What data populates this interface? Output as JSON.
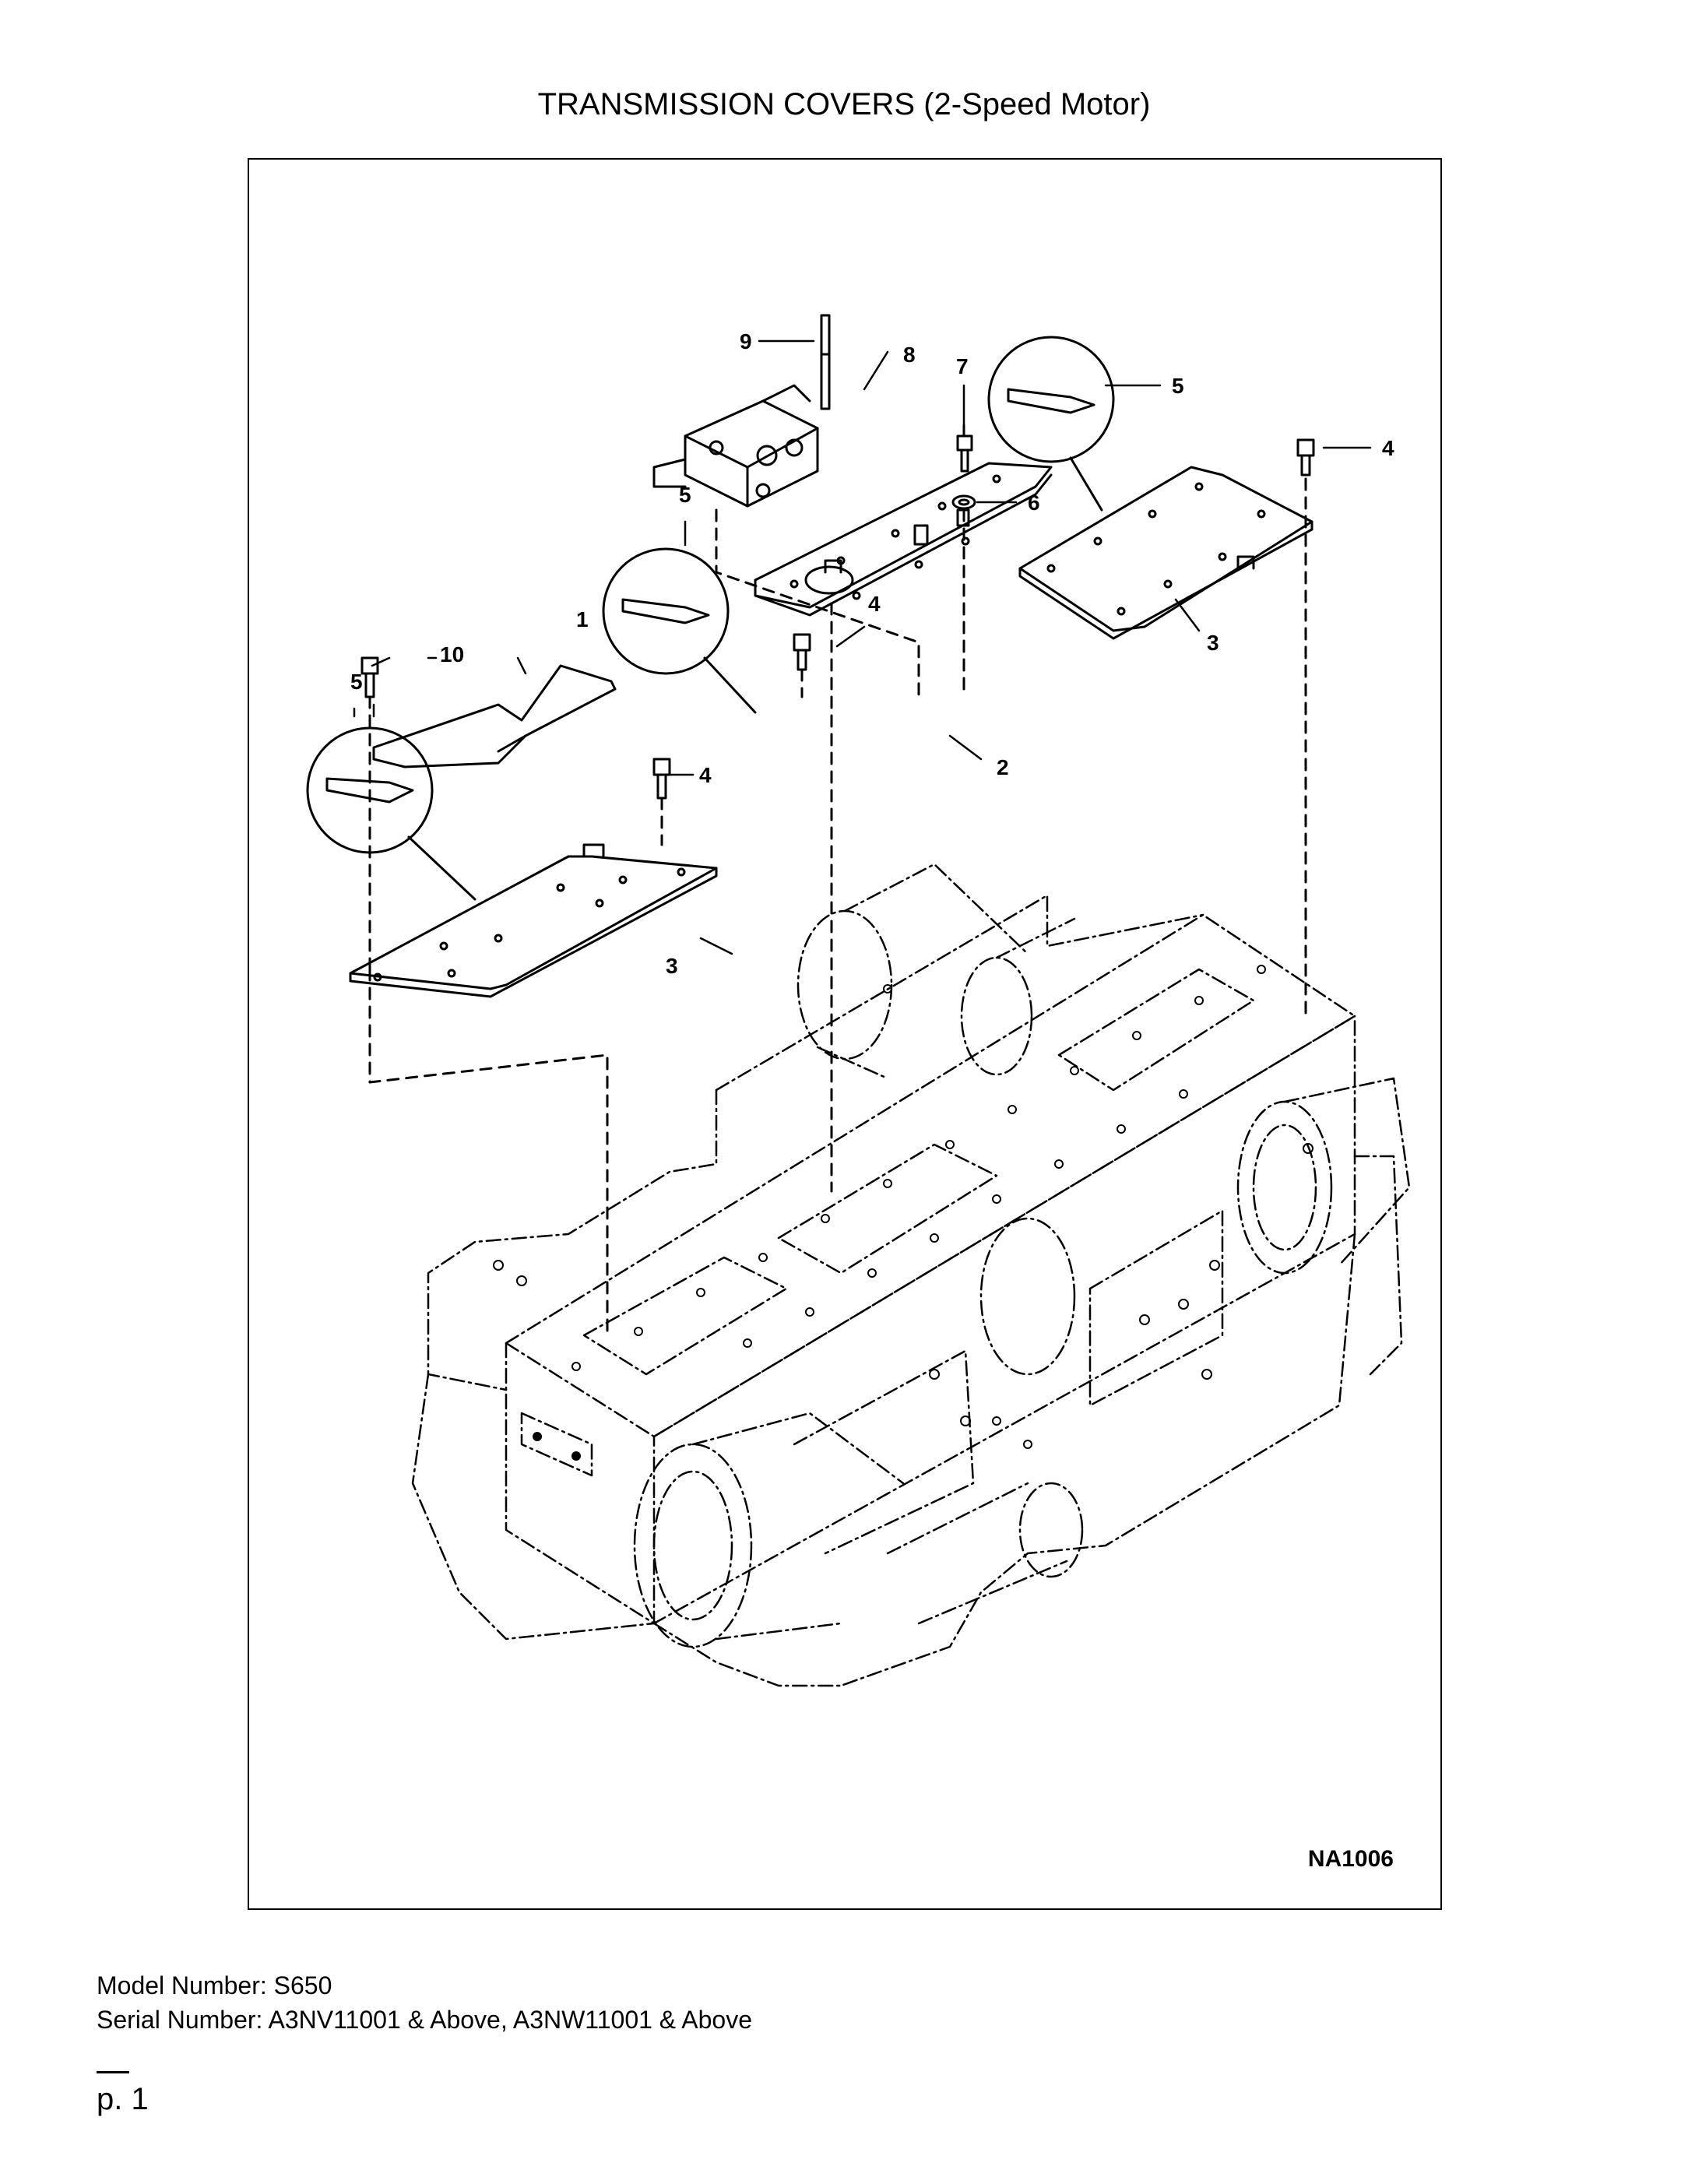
{
  "page": {
    "title": "TRANSMISSION COVERS (2-Speed Motor)",
    "figure_id": "NA1006",
    "model_line": "Model Number: S650",
    "serial_line": "Serial Number: A3NV11001 & Above, A3NW11001 & Above",
    "page_number": "p. 1"
  },
  "callouts": {
    "c1": "1",
    "c2": "2",
    "c3a": "3",
    "c3b": "3",
    "c4a": "4",
    "c4b": "4",
    "c4c": "4",
    "c5a": "5",
    "c5b": "5",
    "c5c": "5",
    "c6": "6",
    "c7": "7",
    "c8": "8",
    "c9": "9",
    "c10": "10"
  }
}
